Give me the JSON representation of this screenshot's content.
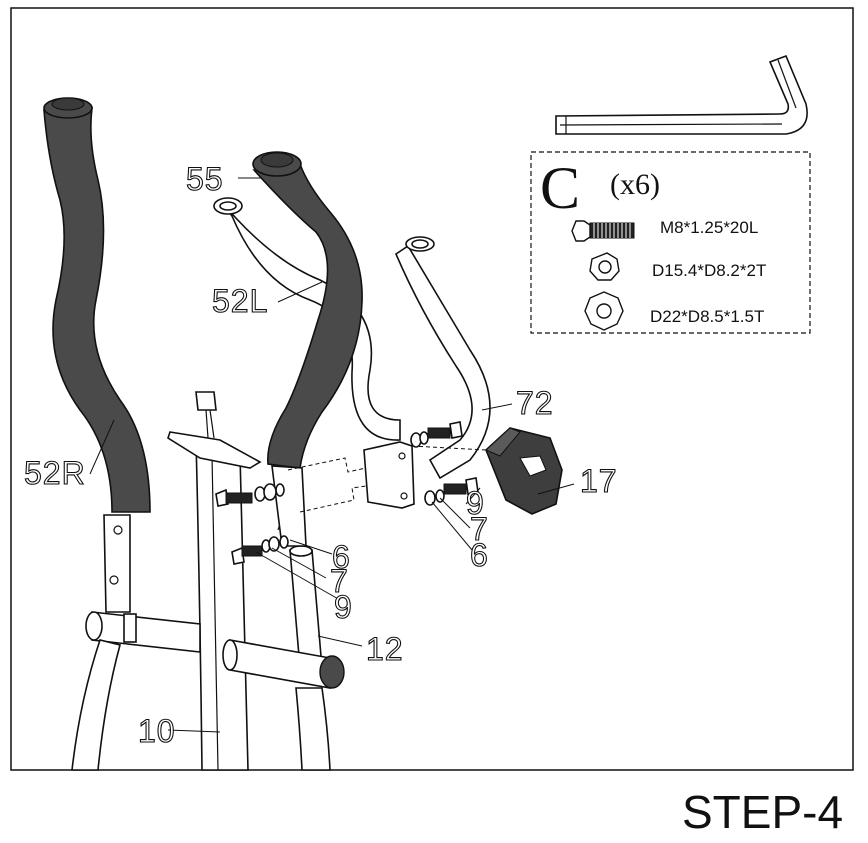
{
  "step_title": "STEP-4",
  "hardware_kit": {
    "letter": "C",
    "quantity": "(x6)",
    "items": [
      {
        "icon": "bolt-icon",
        "spec": "M8*1.25*20L"
      },
      {
        "icon": "spring-washer-icon",
        "spec": "D15.4*D8.2*2T"
      },
      {
        "icon": "flat-washer-icon",
        "spec": "D22*D8.5*1.5T"
      }
    ]
  },
  "part_labels": {
    "p55": "55",
    "p52L": "52L",
    "p52R": "52R",
    "p72": "72",
    "p17": "17",
    "p6a": "6",
    "p7a": "7",
    "p9a": "9",
    "p12": "12",
    "p10": "10",
    "p9b": "9",
    "p7b": "7",
    "p6b": "6"
  }
}
